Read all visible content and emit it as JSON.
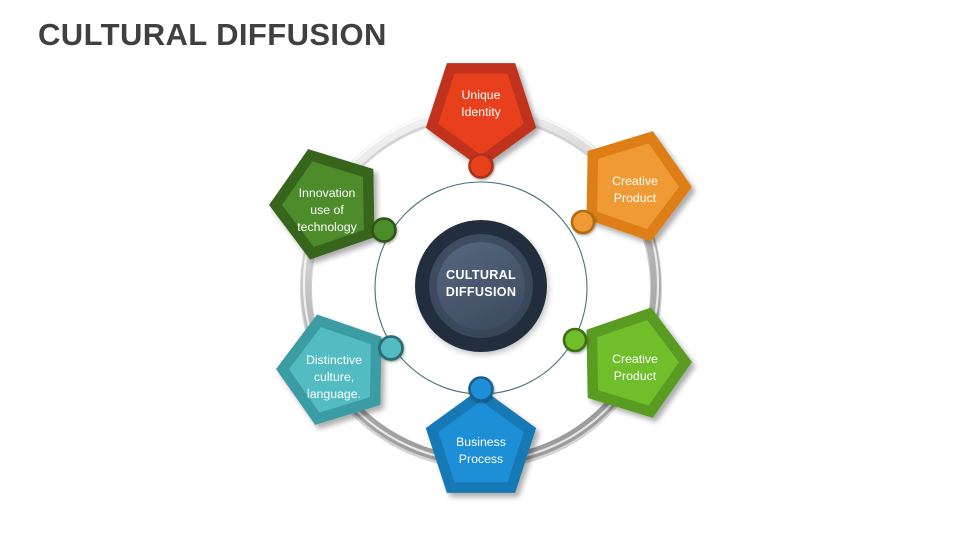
{
  "slide": {
    "title": "CULTURAL DIFFUSION",
    "background_color": "#ffffff",
    "title_color": "#404040"
  },
  "hub": {
    "line1": "CULTURAL",
    "line2": "DIFFUSION",
    "outer_ring_color": "#242E3D",
    "mid_ring_color": "#3C4A5E",
    "inner_circle_color": "#4C5C72",
    "text_color": "#ffffff"
  },
  "ring": {
    "gray_ring_color": "#BFBFBF",
    "gray_ring_highlight": "#EDEDED",
    "thin_circle_color": "#2B5F68"
  },
  "nodes": [
    {
      "id": "unique-identity",
      "position": "top",
      "line1": "Unique",
      "line2": "Identity",
      "line3": "",
      "outer_color": "#C0301A",
      "inner_color": "#E8401C",
      "dot_color": "#E8401C",
      "dot_border": "#A8301A"
    },
    {
      "id": "creative-product-orange",
      "position": "upper-right",
      "line1": "Creative",
      "line2": "Product",
      "line3": "",
      "outer_color": "#DD7F13",
      "inner_color": "#F09A34",
      "dot_color": "#F09A34",
      "dot_border": "#B56A10"
    },
    {
      "id": "creative-product-green",
      "position": "lower-right",
      "line1": "Creative",
      "line2": "Product",
      "line3": "",
      "outer_color": "#5A9B22",
      "inner_color": "#70BE2A",
      "dot_color": "#70BE2A",
      "dot_border": "#3E7018"
    },
    {
      "id": "business-process",
      "position": "bottom",
      "line1": "Business",
      "line2": "Process",
      "line3": "",
      "outer_color": "#1478B4",
      "inner_color": "#1C8FD6",
      "dot_color": "#1C8FD6",
      "dot_border": "#13618F"
    },
    {
      "id": "distinctive-culture",
      "position": "lower-left",
      "line1": "Distinctive",
      "line2": "culture,",
      "line3": "language.",
      "outer_color": "#3A9CA3",
      "inner_color": "#52BCC3",
      "dot_color": "#52BCC3",
      "dot_border": "#2A6E75"
    },
    {
      "id": "innovation-technology",
      "position": "upper-left",
      "line1": "Innovation",
      "line2": "use of",
      "line3": "technology",
      "outer_color": "#38651D",
      "inner_color": "#4D8C2C",
      "dot_color": "#4D8C2C",
      "dot_border": "#2E5418"
    }
  ]
}
